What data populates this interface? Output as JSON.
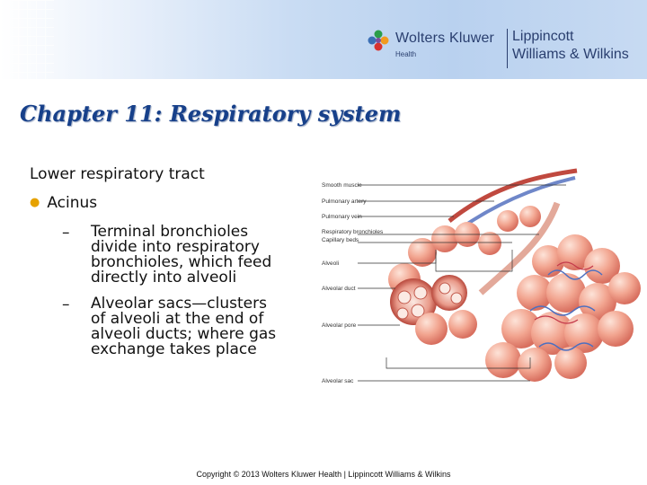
{
  "header": {
    "brand_name": "Wolters Kluwer",
    "brand_sub": "Health",
    "publisher_line1": "Lippincott",
    "publisher_line2": "Williams & Wilkins"
  },
  "slide": {
    "title": "Chapter 11: Respiratory system",
    "lead": "Lower respiratory tract",
    "bullet": "Acinus",
    "subbullets": [
      {
        "dash": "–",
        "lines": [
          "Terminal bronchioles",
          "divide into respiratory",
          "bronchioles, which feed",
          "directly into alveoli"
        ]
      },
      {
        "dash": "–",
        "lines": [
          "Alveolar sacs—clusters",
          "of alveoli at the end of",
          "alveoli ducts; where gas",
          "exchange takes place"
        ]
      }
    ]
  },
  "illustration": {
    "labels": [
      "Smooth muscle",
      "Pulmonary artery",
      "Pulmonary vein",
      "Respiratory bronchioles",
      "Capillary beds",
      "Alveoli",
      "Alveolar duct",
      "Alveolar pore",
      "Alveolar sac"
    ]
  },
  "footer": {
    "copyright": "Copyright © 2013 Wolters Kluwer Health | Lippincott Williams & Wilkins"
  },
  "colors": {
    "title": "#17408a",
    "bullet": "#e6a200",
    "brand": "#2a3f6f"
  }
}
